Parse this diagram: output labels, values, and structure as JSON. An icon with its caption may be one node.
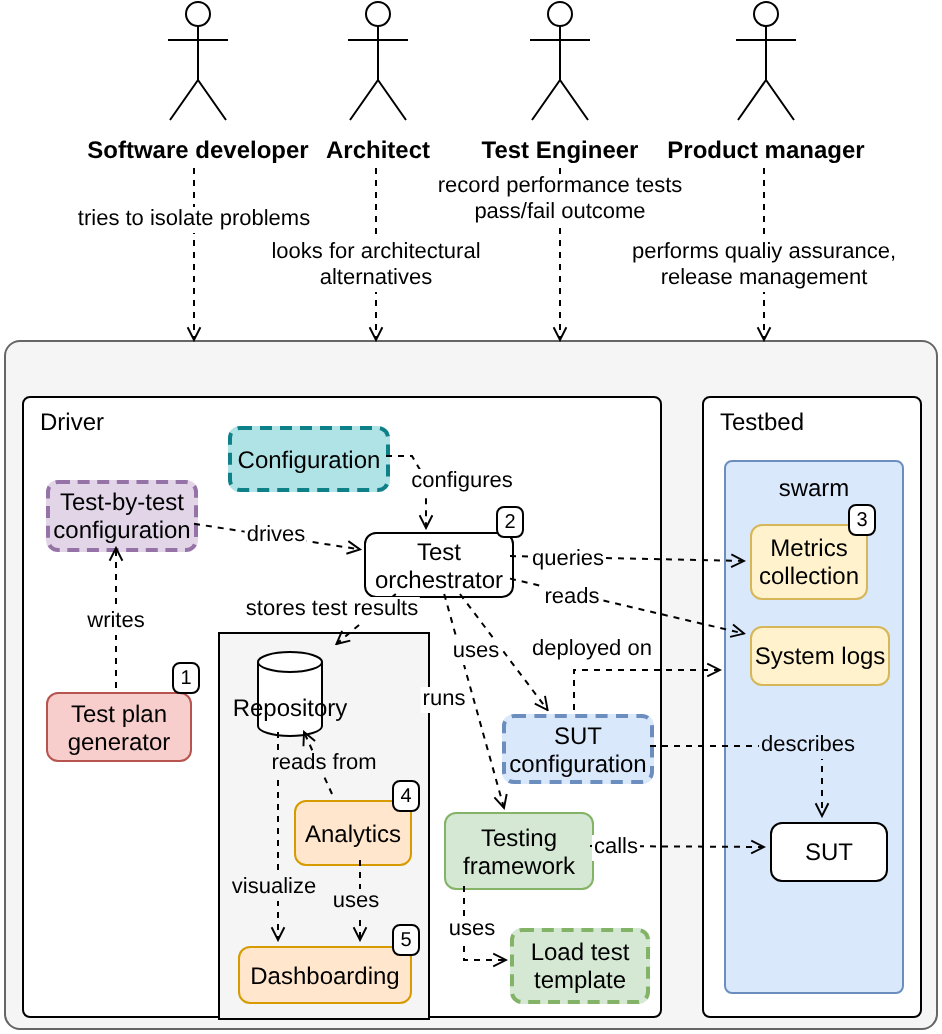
{
  "diagram": {
    "nodes": [
      {
        "text": [
          "Software developer"
        ]
      },
      {
        "text": [
          "Architect"
        ]
      },
      {
        "text": [
          "Test Engineer"
        ]
      },
      {
        "text": [
          "Product manager"
        ]
      },
      {
        "text": [],
        "shape": "box"
      },
      {
        "text": [
          "Driver"
        ],
        "in": 4
      },
      {
        "text": [
          "Configuration"
        ],
        "in": 5
      },
      {
        "text": [
          "Test-by-test configuration"
        ],
        "in": 5
      },
      {
        "text": [
          "Test orchestrator"
        ],
        "in": 5,
        "beside": [
          "2"
        ]
      },
      {
        "text": [
          "Test plan generator"
        ],
        "in": 5,
        "beside": [
          "1"
        ]
      },
      {
        "text": [],
        "shape": "box",
        "in": 5
      },
      {
        "text": [
          "Repository"
        ],
        "in": 10
      },
      {
        "text": [
          "Analytics"
        ],
        "in": 10,
        "beside": [
          "4"
        ]
      },
      {
        "text": [
          "Dashboarding"
        ],
        "in": 10,
        "beside": [
          "5"
        ]
      },
      {
        "text": [
          "SUT configuration"
        ],
        "in": 5
      },
      {
        "text": [
          "Testing framework"
        ],
        "in": 5
      },
      {
        "text": [
          "Load test template"
        ],
        "in": 5
      },
      {
        "text": [
          "Testbed"
        ],
        "in": 4
      },
      {
        "text": [
          "swarm"
        ],
        "in": 17
      },
      {
        "text": [
          "Metrics collection"
        ],
        "in": 18,
        "beside": [
          "3"
        ]
      },
      {
        "text": [
          "System logs"
        ],
        "in": 18
      },
      {
        "text": [
          "SUT"
        ],
        "in": 18
      }
    ],
    "edges": [
      {
        "from": 0,
        "to": 4,
        "arrow": "to",
        "label": "tries to isolate problems"
      },
      {
        "from": 1,
        "to": 4,
        "arrow": "to",
        "label": "looks for architectural alternatives"
      },
      {
        "from": 2,
        "to": 4,
        "arrow": "to",
        "label": "record performance tests pass/fail outcome"
      },
      {
        "from": 3,
        "to": 4,
        "arrow": "to",
        "label": "performs qualiy assurance, release management"
      },
      {
        "from": 6,
        "to": 8,
        "arrow": "to",
        "label": "configures"
      },
      {
        "from": 7,
        "to": 8,
        "arrow": "to",
        "label": "drives"
      },
      {
        "from": 9,
        "to": 7,
        "arrow": "to",
        "label": "writes"
      },
      {
        "from": 8,
        "to": 11,
        "arrow": "to",
        "label": "stores test results"
      },
      {
        "from": 8,
        "to": 19,
        "arrow": "to",
        "label": "queries"
      },
      {
        "from": 8,
        "to": 20,
        "arrow": "to",
        "label": "reads"
      },
      {
        "from": 8,
        "to": 14,
        "arrow": "to",
        "label": "uses"
      },
      {
        "from": 8,
        "to": 15,
        "arrow": "to",
        "label": "runs"
      },
      {
        "from": 14,
        "to": 18,
        "arrow": "to",
        "label": "deployed on"
      },
      {
        "from": 14,
        "to": 21,
        "arrow": "to",
        "label": "describes"
      },
      {
        "from": 15,
        "to": 21,
        "arrow": "to",
        "label": "calls"
      },
      {
        "from": 15,
        "to": 16,
        "arrow": "to",
        "label": "uses"
      },
      {
        "from": 12,
        "to": 11,
        "arrow": "to",
        "label": "reads from"
      },
      {
        "from": 11,
        "to": 13,
        "arrow": "to",
        "label": "visualize"
      },
      {
        "from": 12,
        "to": 13,
        "arrow": "to",
        "label": "uses"
      }
    ]
  }
}
